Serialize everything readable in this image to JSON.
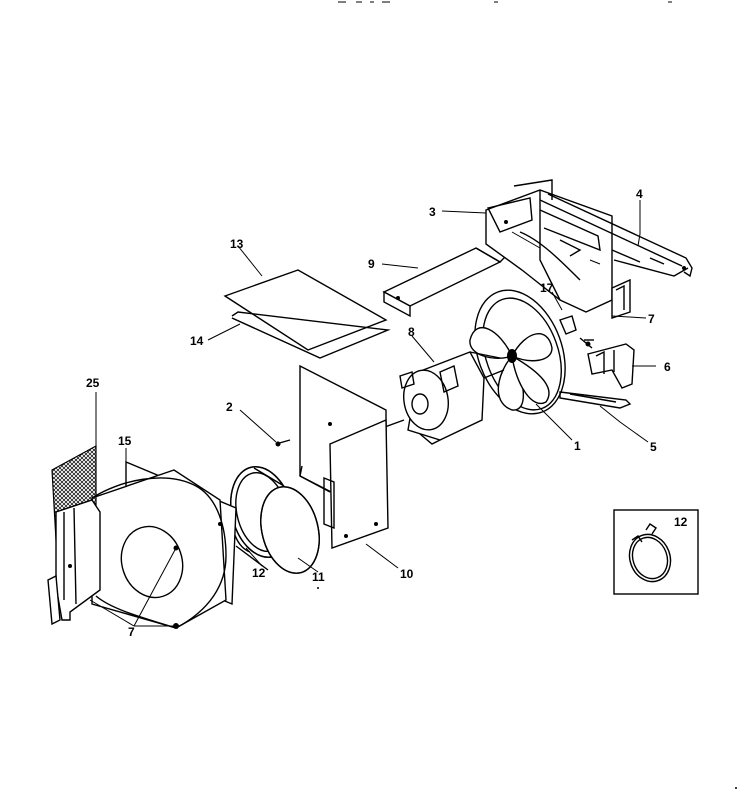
{
  "callouts": {
    "c1": "1",
    "c2": "2",
    "c3": "3",
    "c4": "4",
    "c5": "5",
    "c6": "6",
    "c7_top": "7",
    "c7_bottom": "7",
    "c8": "8",
    "c9": "9",
    "c10": "10",
    "c11": "11",
    "c12_wheel": "12",
    "c12_inset": "12",
    "c13": "13",
    "c14": "14",
    "c15": "15",
    "c17": "17",
    "c25": "25"
  }
}
